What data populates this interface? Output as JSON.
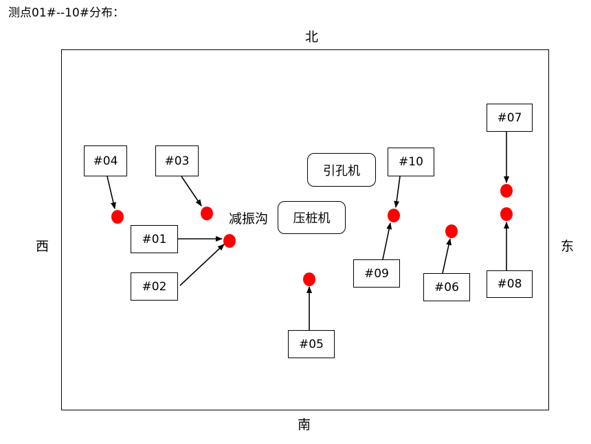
{
  "heading": "测点01#--10#分布：",
  "directions": {
    "north": "北",
    "south": "南",
    "west": "西",
    "east": "东"
  },
  "machines": {
    "drill": "引孔机",
    "pile_press": "压桩机"
  },
  "trench_label": "减振沟",
  "points": [
    {
      "id": "01",
      "label": "#01"
    },
    {
      "id": "02",
      "label": "#02"
    },
    {
      "id": "03",
      "label": "#03"
    },
    {
      "id": "04",
      "label": "#04"
    },
    {
      "id": "05",
      "label": "#05"
    },
    {
      "id": "06",
      "label": "#06"
    },
    {
      "id": "07",
      "label": "#07"
    },
    {
      "id": "08",
      "label": "#08"
    },
    {
      "id": "09",
      "label": "#09"
    },
    {
      "id": "10",
      "label": "#10"
    }
  ],
  "colors": {
    "point": "#ff0000",
    "line": "#000000"
  }
}
